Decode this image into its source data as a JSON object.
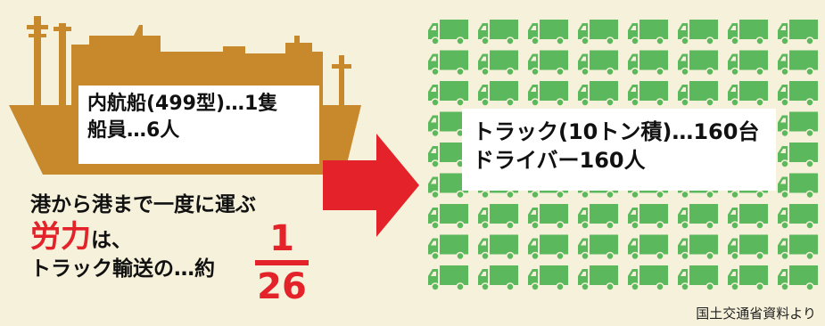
{
  "ship": {
    "line1": "内航船(499型)…1隻",
    "line2": "船員…6人"
  },
  "truck": {
    "line1": "トラック(10トン積)…160台",
    "line2": "ドライバー160人"
  },
  "summary": {
    "line1": "港から港まで一度に運ぶ",
    "line2_big": "労力",
    "line2_rest": "は、",
    "line3": "トラック輸送の…約",
    "fraction_numerator": "1",
    "fraction_denominator": "26"
  },
  "source": "国土交通省資料より",
  "colors": {
    "background": "#f6f1da",
    "ship": "#c8882c",
    "truck": "#5cb85c",
    "arrow": "#e3222a",
    "accent": "#e3222a"
  },
  "icons": {
    "ship": "cargo-ship-icon",
    "truck": "truck-icon",
    "arrow": "right-arrow-icon"
  }
}
